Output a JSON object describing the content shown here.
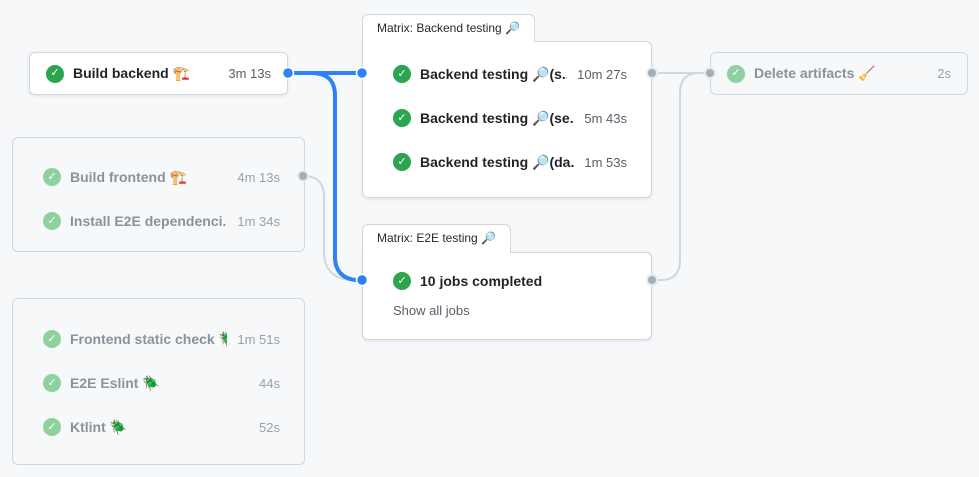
{
  "colors": {
    "background": "#f6f8fa",
    "card_background": "#ffffff",
    "card_border": "#d0d7de",
    "text": "#1f2328",
    "muted_text": "#57606a",
    "faded_text": "#8a929b",
    "success_green": "#2da44e",
    "success_green_faded": "#8fd19e",
    "accent_blue": "#2f81f7",
    "connector_gray": "#d0d7de",
    "dot_gray": "#a5adb6"
  },
  "icons": {
    "check": "✓"
  },
  "nodes": {
    "build_backend": {
      "label": "Build backend 🏗️",
      "duration": "3m 13s"
    },
    "frontend_group": {
      "jobs": [
        {
          "label": "Build frontend 🏗️",
          "duration": "4m 13s"
        },
        {
          "label": "Install E2E dependenci...",
          "duration": "1m 34s"
        }
      ]
    },
    "lint_group": {
      "jobs": [
        {
          "label": "Frontend static check 🪲",
          "duration": "1m 51s"
        },
        {
          "label": "E2E Eslint 🪲",
          "duration": "44s"
        },
        {
          "label": "Ktlint 🪲",
          "duration": "52s"
        }
      ]
    },
    "backend_matrix": {
      "title": "Matrix: Backend testing 🔎",
      "jobs": [
        {
          "label": "Backend testing 🔎(s...",
          "duration": "10m 27s"
        },
        {
          "label": "Backend testing 🔎(se...",
          "duration": "5m 43s"
        },
        {
          "label": "Backend testing 🔎(da...",
          "duration": "1m 53s"
        }
      ]
    },
    "e2e_matrix": {
      "title": "Matrix: E2E testing 🔎",
      "summary": "10 jobs completed",
      "show_all_label": "Show all jobs"
    },
    "delete_artifacts": {
      "label": "Delete artifacts 🧹",
      "duration": "2s"
    }
  }
}
